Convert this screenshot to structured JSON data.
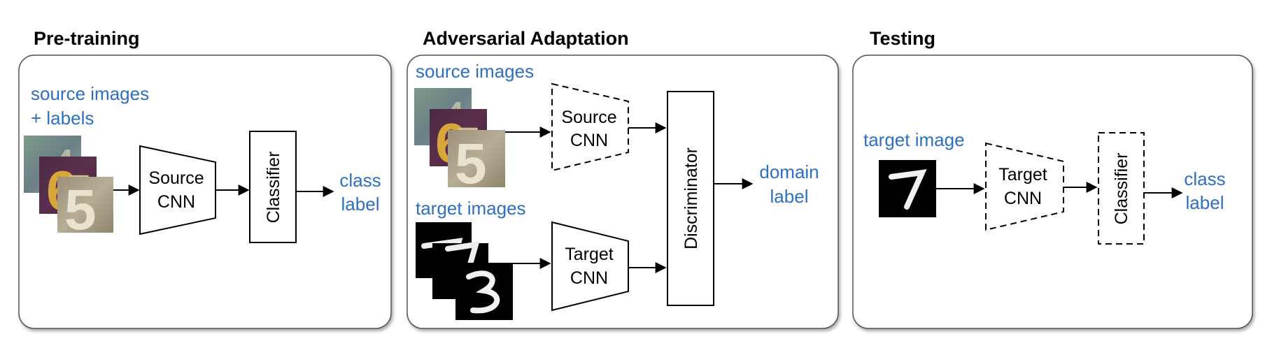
{
  "panels": {
    "pretraining": {
      "title": "Pre-training",
      "input_label_line1": "source images",
      "input_label_line2": "+ labels",
      "encoder_line1": "Source",
      "encoder_line2": "CNN",
      "classifier": "Classifier",
      "output_line1": "class",
      "output_line2": "label"
    },
    "adaptation": {
      "title": "Adversarial Adaptation",
      "source_label": "source images",
      "source_encoder_line1": "Source",
      "source_encoder_line2": "CNN",
      "target_label": "target images",
      "target_encoder_line1": "Target",
      "target_encoder_line2": "CNN",
      "discriminator": "Discriminator",
      "output_line1": "domain",
      "output_line2": "label"
    },
    "testing": {
      "title": "Testing",
      "input_label": "target image",
      "encoder_line1": "Target",
      "encoder_line2": "CNN",
      "classifier": "Classifier",
      "output_line1": "class",
      "output_line2": "label"
    }
  },
  "colors": {
    "label_blue": "#2e6fc0",
    "panel_border": "#555555"
  }
}
